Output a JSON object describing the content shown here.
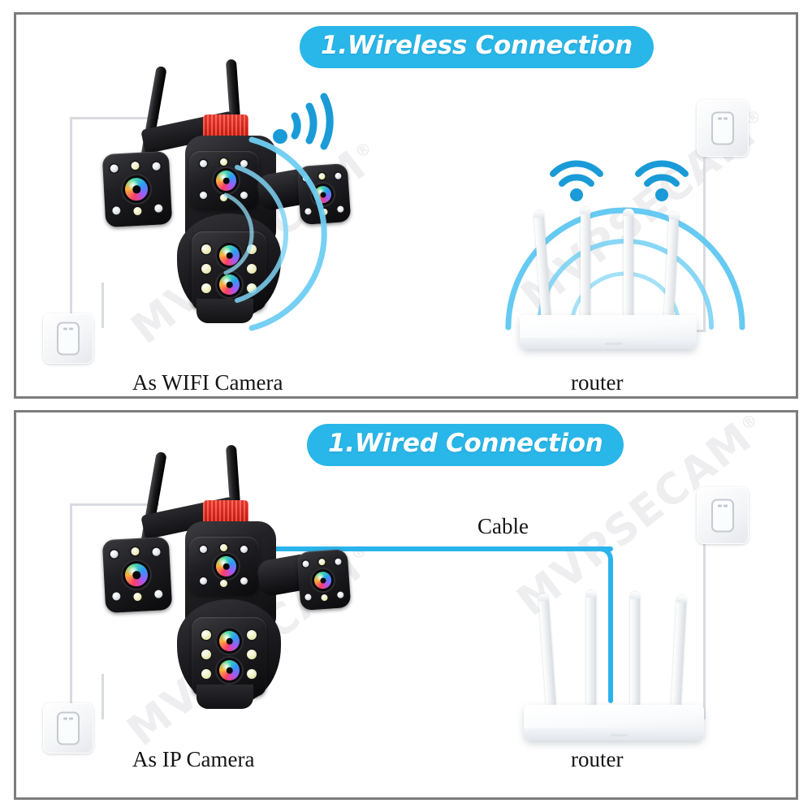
{
  "document": {
    "type": "product-infographic",
    "subject": "security-camera-connection-methods",
    "watermark": "MVPSECAM",
    "watermark_mark": "®"
  },
  "colors": {
    "banner_blue": "#29b6e8",
    "cable_blue": "#2bb3ec",
    "wifi_icon_blue": "#1a9bd7",
    "arc_blue": "#4fc3f0",
    "panel_border": "#7d7d80",
    "camera_black": "#1b1b1f",
    "camera_collar_red": "#e22114",
    "router_white": "#ffffff",
    "cord_gray": "#d9dbe0",
    "text_black": "#141414",
    "background": "#ffffff"
  },
  "panels": [
    {
      "id": "wireless",
      "banner": "1.Wireless Connection",
      "device_label": "As WIFI Camera",
      "peer_label": "router",
      "connection_type": "wireless",
      "cable_label": null,
      "camera": {
        "name": "multi-lens-ptz-camera",
        "antennas": 2,
        "lens_modules": 4,
        "collar_color": "#e22114"
      },
      "router": {
        "name": "wifi-router",
        "antennas": 4,
        "wifi_icons": 2
      },
      "outlets": [
        {
          "position": "bottom-left",
          "name": "wall-socket-camera"
        },
        {
          "position": "top-right",
          "name": "wall-socket-router"
        }
      ]
    },
    {
      "id": "wired",
      "banner": "1.Wired Connection",
      "device_label": "As IP Camera",
      "peer_label": "router",
      "connection_type": "wired",
      "cable_label": "Cable",
      "camera": {
        "name": "multi-lens-ptz-camera",
        "antennas": 2,
        "lens_modules": 4,
        "collar_color": "#e22114"
      },
      "router": {
        "name": "wifi-router",
        "antennas": 4,
        "wifi_icons": 0
      },
      "outlets": [
        {
          "position": "bottom-left",
          "name": "wall-socket-camera"
        },
        {
          "position": "top-right",
          "name": "wall-socket-router"
        }
      ]
    }
  ]
}
